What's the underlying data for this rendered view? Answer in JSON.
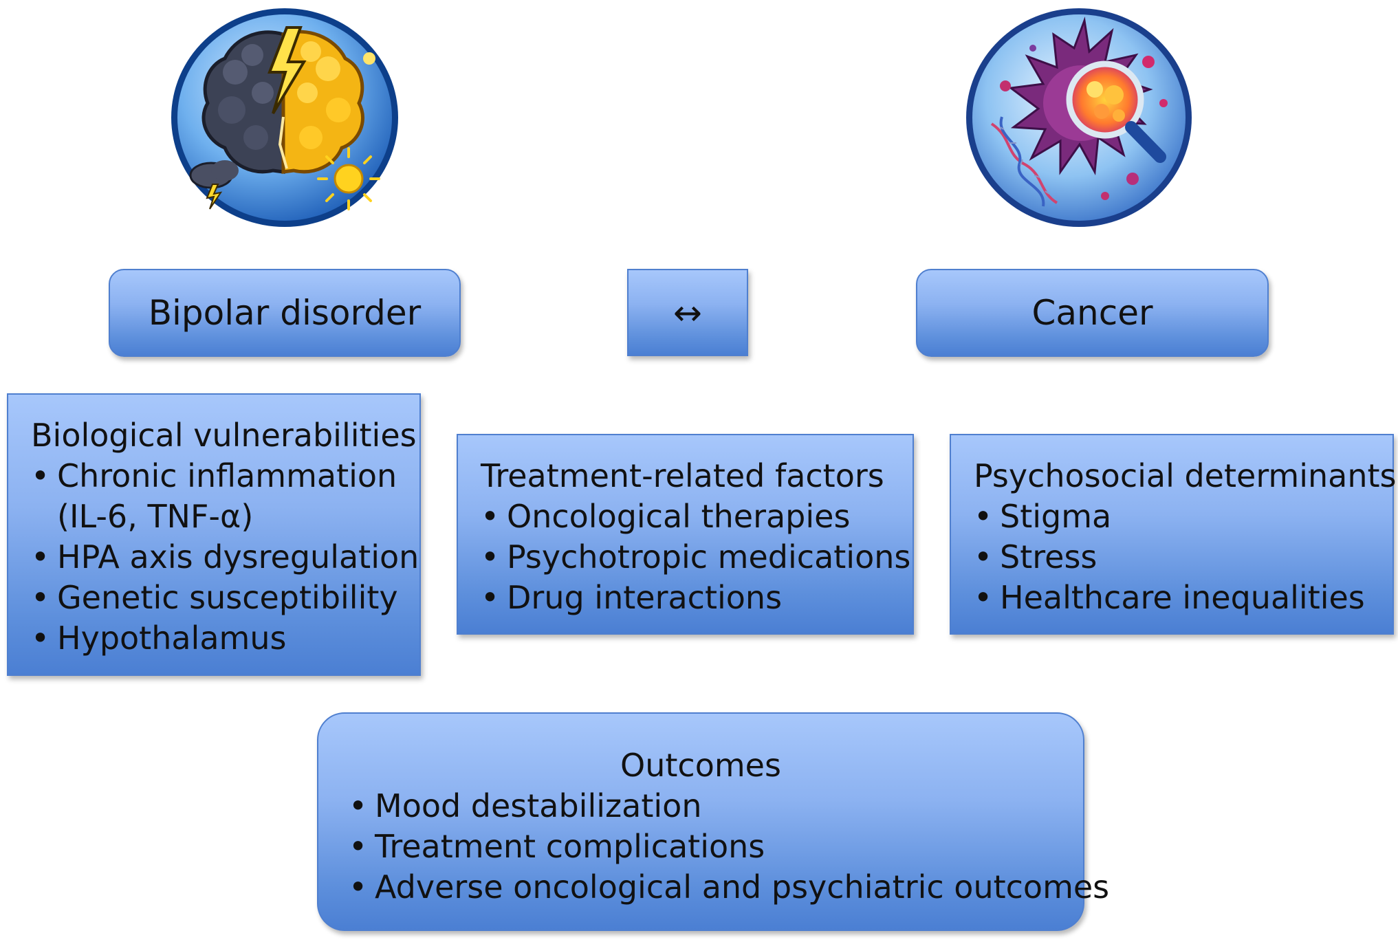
{
  "nodes": {
    "bipolar": {
      "title": "Bipolar disorder",
      "icon": "brain-storm-sun-icon"
    },
    "connector": {
      "symbol": "↔"
    },
    "cancer": {
      "title": "Cancer",
      "icon": "cancer-cell-magnifier-icon"
    }
  },
  "biological": {
    "heading": "Biological vulnerabilities",
    "items": [
      "Chronic inflammation",
      "HPA axis dysregulation",
      "Genetic susceptibility",
      "Hypothalamus"
    ],
    "item0_continuation": "(IL-6, TNF-α)"
  },
  "treatment": {
    "heading": "Treatment-related factors",
    "items": [
      "Oncological therapies",
      "Psychotropic medications",
      "Drug interactions"
    ]
  },
  "psychosocial": {
    "heading": "Psychosocial determinants",
    "items": [
      "Stigma",
      "Stress",
      "Healthcare inequalities"
    ]
  },
  "outcomes": {
    "heading": "Outcomes",
    "items": [
      "Mood destabilization",
      "Treatment complications",
      "Adverse oncological and psychiatric outcomes"
    ]
  },
  "bullet": "•",
  "colors": {
    "box_top": "#a7c7fb",
    "box_bottom": "#4b7fd3",
    "box_border": "#4f7fcf",
    "icon_rim": "#1f5fb8"
  }
}
